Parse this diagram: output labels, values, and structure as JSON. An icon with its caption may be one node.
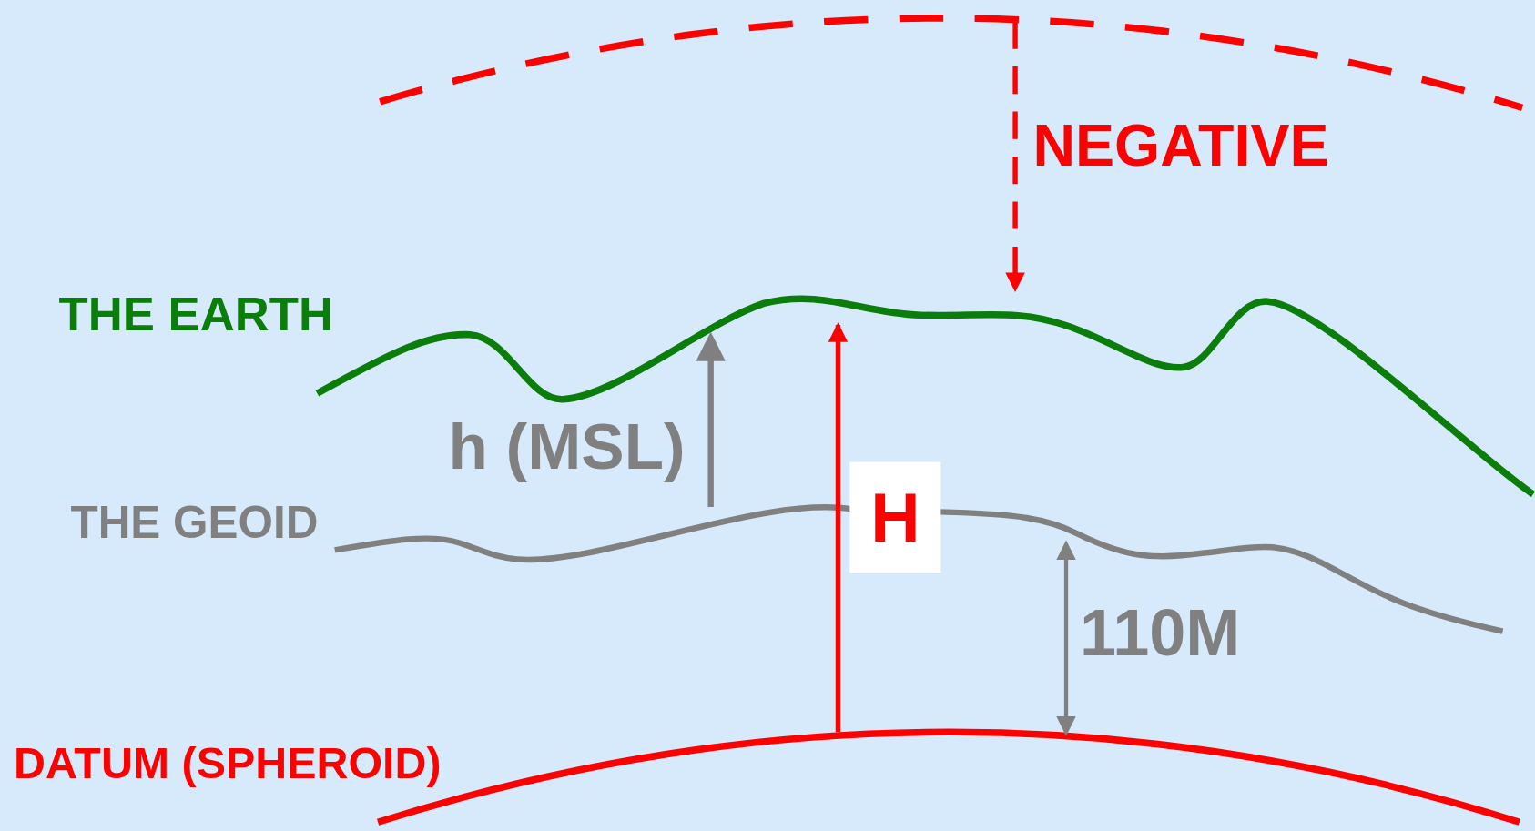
{
  "diagram": {
    "nodes": [
      {
        "text": [
          "H"
        ]
      }
    ],
    "labels": [
      "NEGATIVE",
      "THE EARTH",
      "h (MSL)",
      "THE GEOID",
      "110M",
      "DATUM (SPHEROID)"
    ]
  }
}
